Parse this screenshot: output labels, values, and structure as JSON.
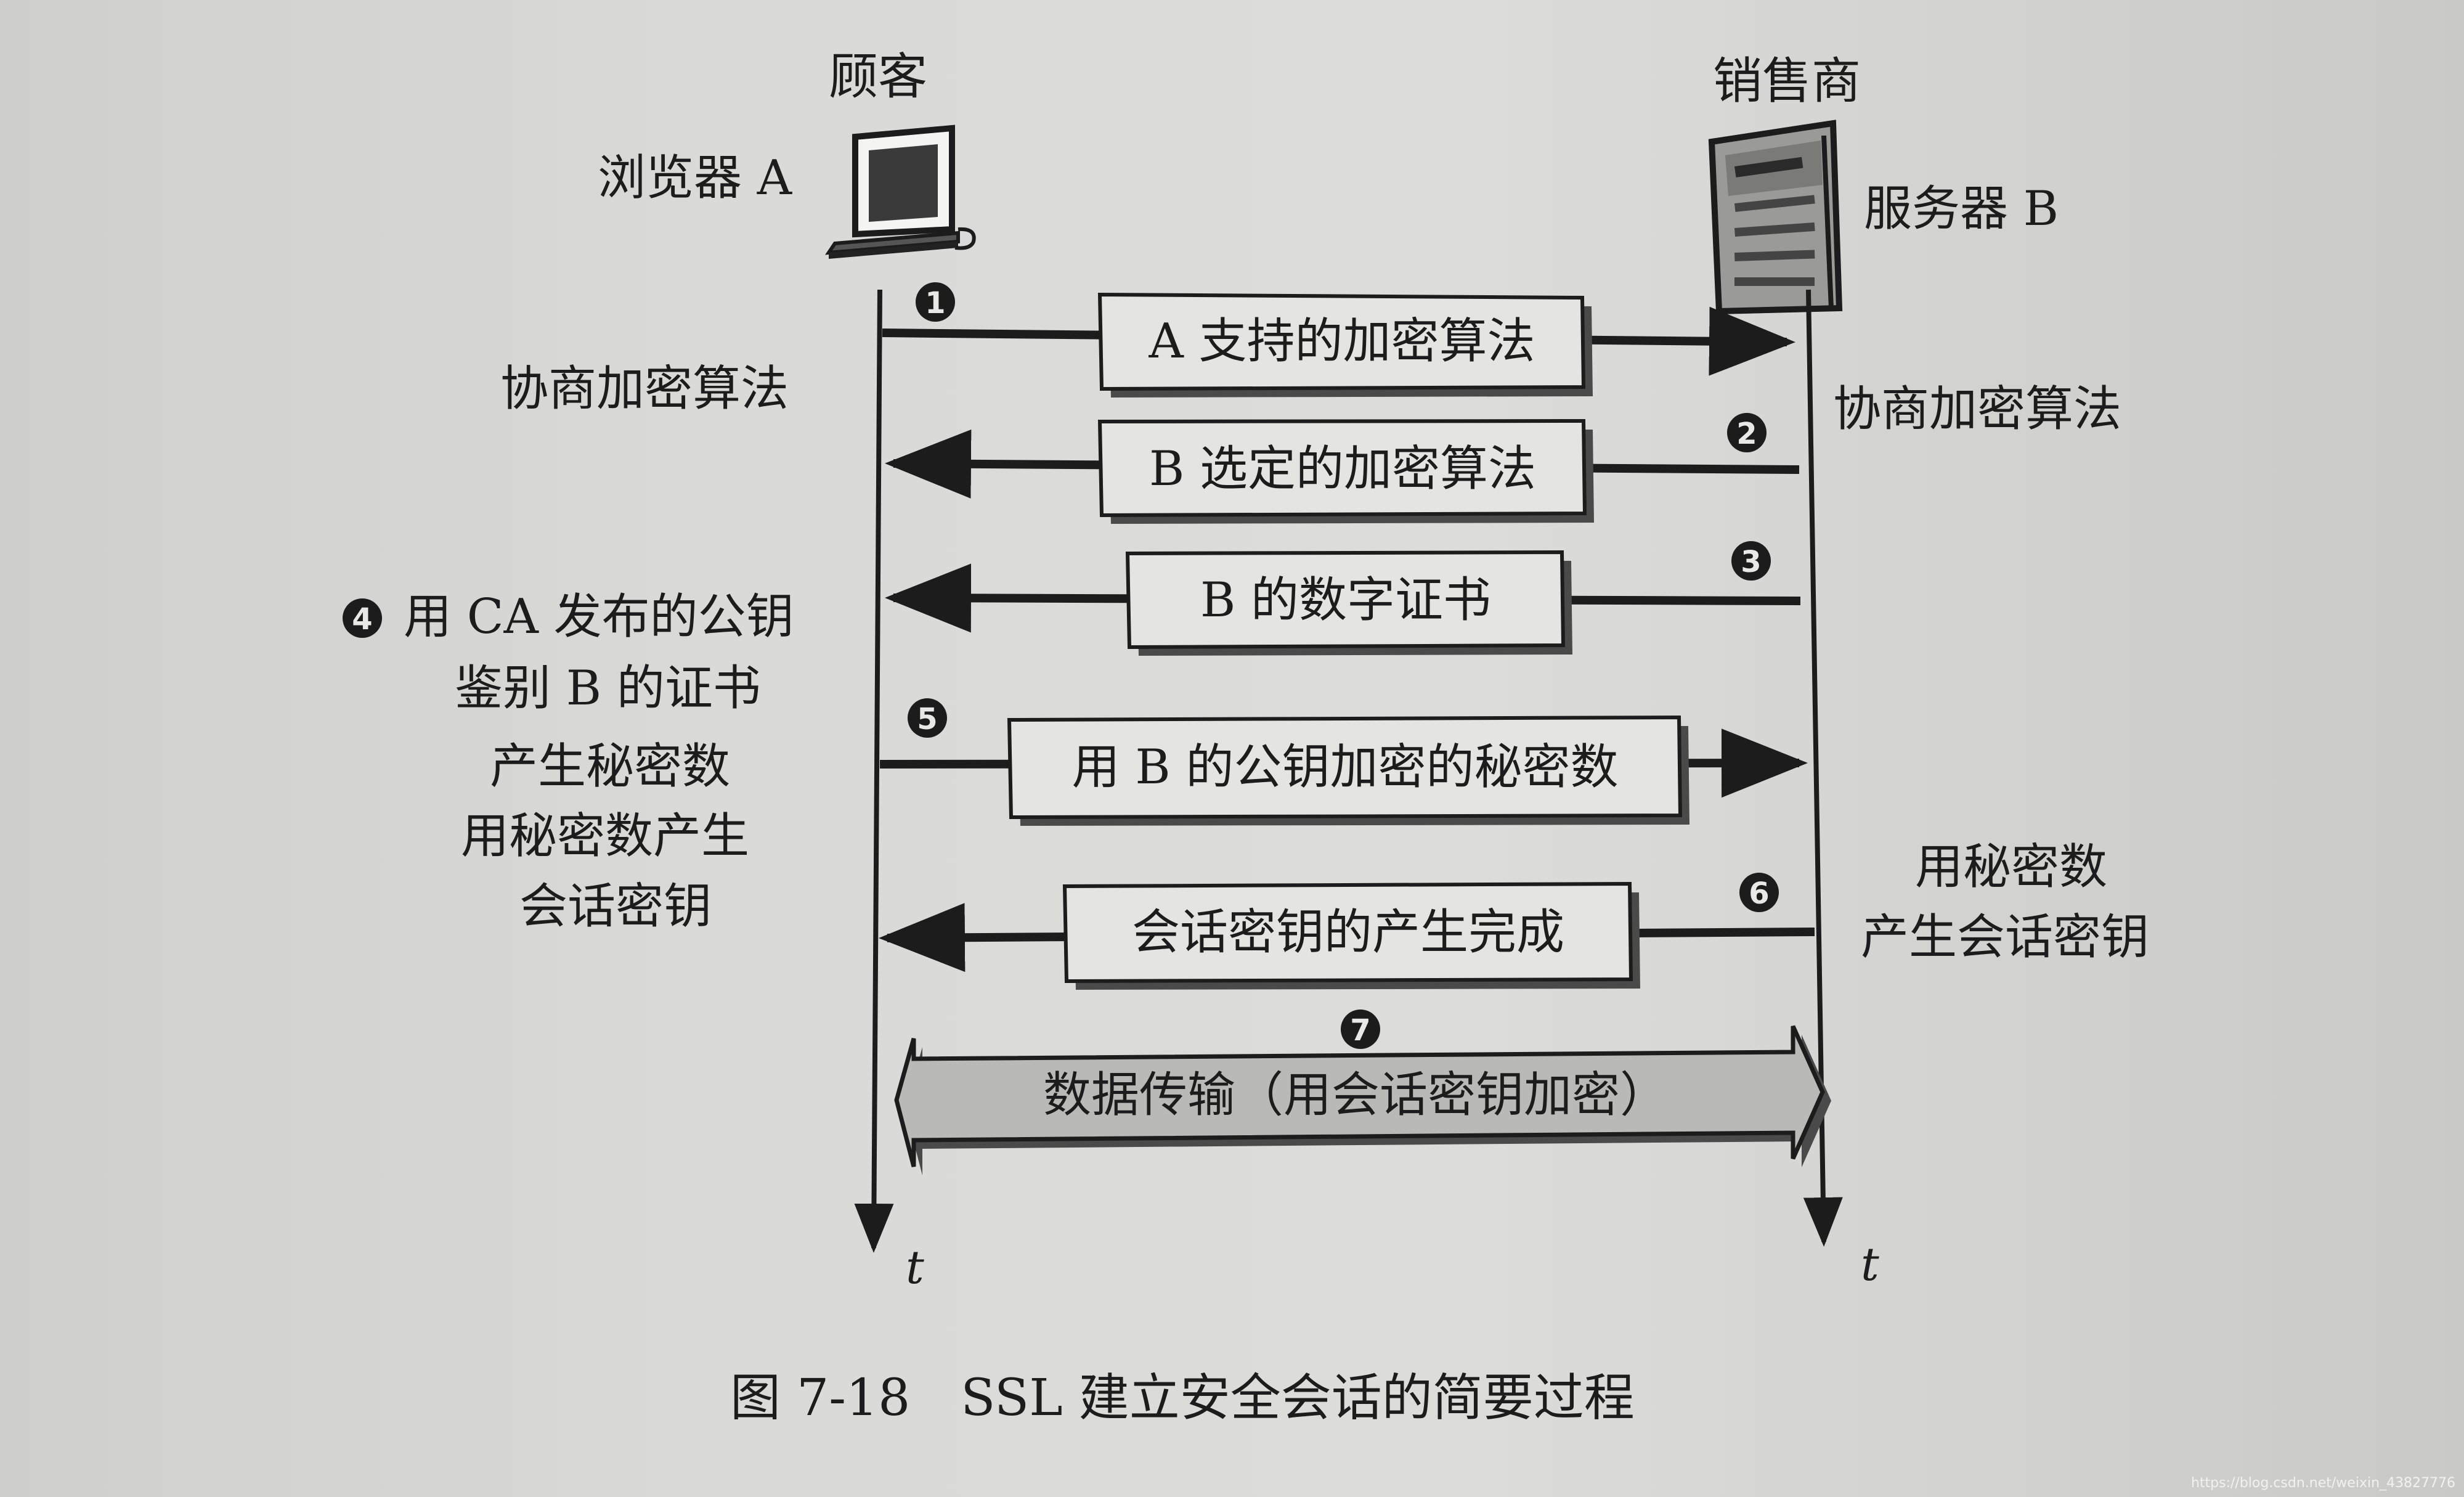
{
  "labels": {
    "client_title": "顾客",
    "client_device": "浏览器 A",
    "server_title": "销售商",
    "server_device": "服务器 B",
    "time_axis": "t",
    "caption": "图 7-18　SSL 建立安全会话的简要过程",
    "watermark": "https://blog.csdn.net/weixin_43827776"
  },
  "steps": [
    {
      "num": "1",
      "direction": "to-server",
      "message": "A 支持的加密算法"
    },
    {
      "num": "2",
      "direction": "to-client",
      "message": "B 选定的加密算法"
    },
    {
      "num": "3",
      "direction": "to-client",
      "message": "B 的数字证书"
    },
    {
      "num": "5",
      "direction": "to-server",
      "message": "用 B 的公钥加密的秘密数"
    },
    {
      "num": "6",
      "direction": "to-client",
      "message": "会话密钥的产生完成"
    },
    {
      "num": "7",
      "direction": "both",
      "message": "数据传输（用会话密钥加密）"
    }
  ],
  "notes": {
    "client_negotiate": "协商加密算法",
    "server_negotiate": "协商加密算法",
    "step4_num": "4",
    "step4_line1": "用 CA 发布的公钥",
    "step4_line2": "鉴别 B 的证书",
    "client_secret_line1": "产生秘密数",
    "client_secret_line2": "用秘密数产生",
    "client_secret_line3": "会话密钥",
    "server_secret_line1": "用秘密数",
    "server_secret_line2": "产生会话密钥"
  },
  "colors": {
    "ink": "#1c1c1c",
    "box_fill": "#e4e4e1",
    "box_shadow": "#4a4a4a",
    "band_fill": "#b9b9b6"
  }
}
